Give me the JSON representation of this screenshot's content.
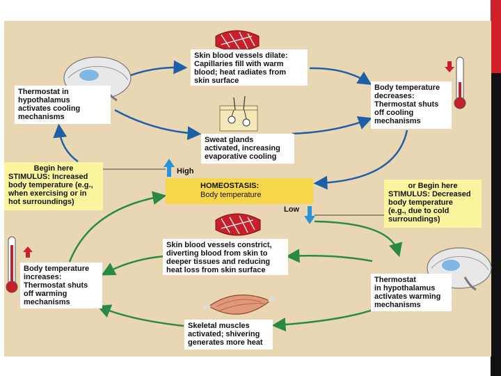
{
  "colors": {
    "cooling_arrows": "#1f5fa8",
    "warming_arrows": "#2a8a45",
    "stimulus_bg": "#fbf5a0",
    "homeostasis_bg": "#f7d64a",
    "panel_bg": "#e9d6b2",
    "accent_red": "#d0202a"
  },
  "cooling": {
    "skin_vessels_dilate": "Skin blood vessels dilate:\nCapillaries fill with warm\nblood; heat radiates from\nskin surface",
    "sweat_glands": "Sweat glands\nactivated, increasing\nevaporative cooling",
    "thermostat": "Thermostat in\nhypothalamus\nactivates cooling\nmechanisms",
    "temp_decreases": "Body temperature\ndecreases:\nThermostat shuts\noff cooling\nmechanisms"
  },
  "warming": {
    "skin_vessels_constrict": "Skin blood vessels constrict,\ndiverting blood from skin to\ndeeper tissues and reducing\nheat loss from skin surface",
    "skeletal_muscles": "Skeletal muscles\nactivated; shivering\ngenerates more heat",
    "thermostat": "Thermostat\nin hypothalamus\nactivates warming\nmechanisms",
    "temp_increases": "Body temperature\nincreases:\nThermostat shuts\noff warming\nmechanisms"
  },
  "stimulus_high": {
    "header": "Begin here",
    "text": "STIMULUS: Increased\nbody temperature (e.g.,\nwhen exercising or in\nhot surroundings)"
  },
  "stimulus_low": {
    "header": "or Begin here",
    "text": "STIMULUS: Decreased\nbody temperature\n(e.g., due to cold\nsurroundings)"
  },
  "homeostasis": {
    "title": "HOMEOSTASIS:",
    "subtitle": "Body temperature"
  },
  "levels": {
    "high": "High",
    "low": "Low"
  },
  "icons": [
    "brain-icon",
    "blood-vessel-icon",
    "sweat-gland-icon",
    "thermometer-icon",
    "muscle-icon",
    "up-arrow-icon",
    "down-arrow-icon"
  ]
}
